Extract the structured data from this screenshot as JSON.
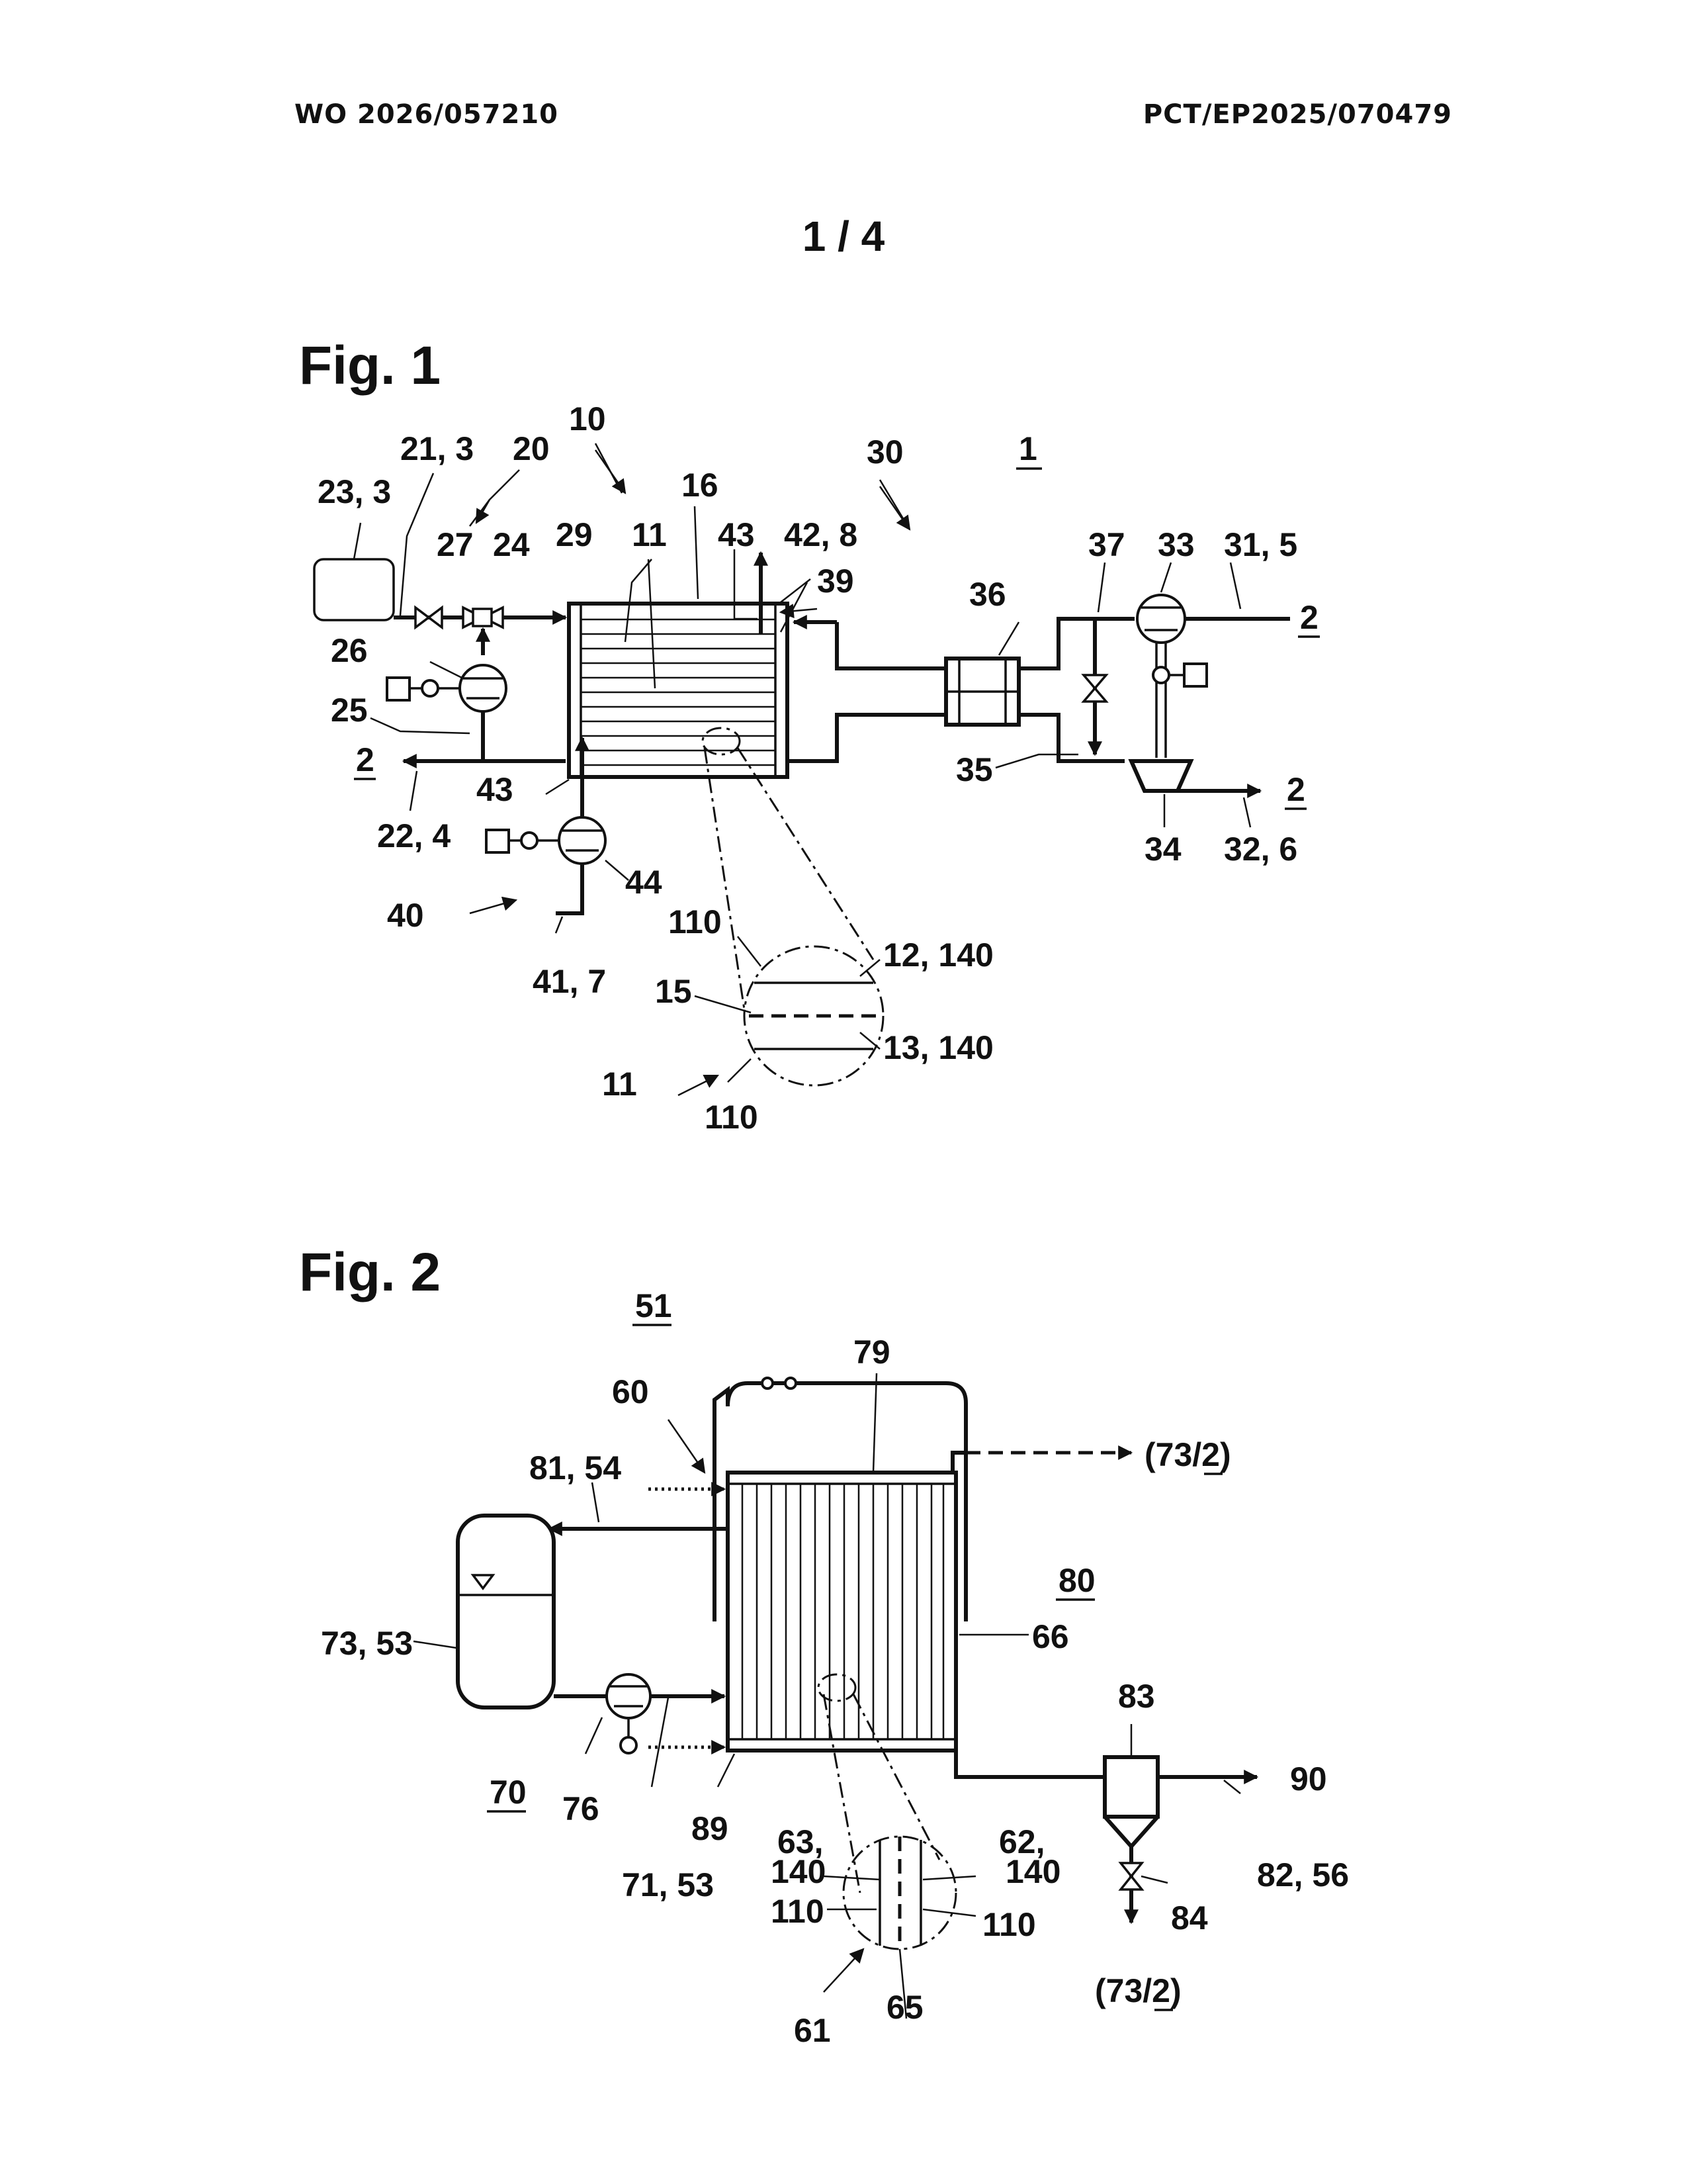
{
  "header": {
    "publication_number": "WO 2026/057210",
    "application_number": "PCT/EP2025/070479"
  },
  "sheet": "1 / 4",
  "fig1": {
    "title": "Fig. 1",
    "labels": {
      "system": "1",
      "ref_23_3": "23, 3",
      "ref_21_3": "21, 3",
      "ref_20": "20",
      "ref_10": "10",
      "ref_16": "16",
      "ref_30": "30",
      "ref_27": "27",
      "ref_24": "24",
      "ref_29": "29",
      "ref_11_top": "11",
      "ref_43_top": "43",
      "ref_42_8": "42, 8",
      "ref_39": "39",
      "ref_36": "36",
      "ref_37": "37",
      "ref_33": "33",
      "ref_31_5": "31, 5",
      "out_2_right_top": "2",
      "ref_26": "26",
      "ref_25": "25",
      "out_2_left": "2",
      "ref_43_bottom": "43",
      "ref_22_4": "22, 4",
      "ref_35": "35",
      "out_2_right_bottom": "2",
      "ref_34": "34",
      "ref_32_6": "32, 6",
      "ref_44": "44",
      "ref_40": "40",
      "ref_41_7": "41, 7",
      "ref_110_top": "110",
      "ref_12_140": "12, 140",
      "ref_15": "15",
      "ref_13_140": "13, 140",
      "ref_11_detail": "11",
      "ref_110_bottom": "110"
    }
  },
  "fig2": {
    "title": "Fig. 2",
    "labels": {
      "system": "51",
      "ref_79": "79",
      "ref_60": "60",
      "ref_81_54": "81, 54",
      "ref_73_2_top_prefix": "(73/",
      "ref_73_2_top_num": "2",
      "ref_73_2_top_suffix": ")",
      "ref_80": "80",
      "ref_73_53": "73, 53",
      "ref_66": "66",
      "ref_83": "83",
      "ref_90": "90",
      "ref_70": "70",
      "ref_76": "76",
      "ref_71_53": "71, 53",
      "ref_89": "89",
      "ref_63": "63,",
      "ref_140_left": "140",
      "ref_110_left": "110",
      "ref_62": "62,",
      "ref_140_right": "140",
      "ref_110_right": "110",
      "ref_82_56": "82, 56",
      "ref_84": "84",
      "ref_61": "61",
      "ref_65": "65",
      "ref_73_2_bottom_prefix": "(73/",
      "ref_73_2_bottom_num": "2",
      "ref_73_2_bottom_suffix": ")"
    }
  }
}
